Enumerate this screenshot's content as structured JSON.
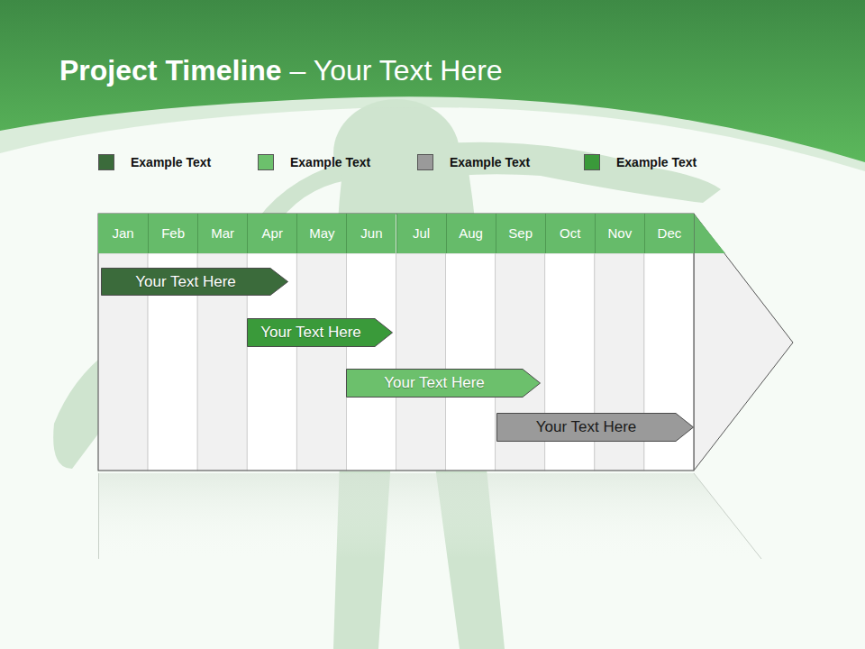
{
  "diagram": {
    "title": "Project Timeline",
    "nodes": [
      {
        "text": [
          "Jan"
        ]
      },
      {
        "text": [
          "Feb"
        ]
      },
      {
        "text": [
          "Mar"
        ]
      },
      {
        "text": [
          "Apr"
        ]
      },
      {
        "text": [
          "May"
        ]
      },
      {
        "text": [
          "Jun"
        ]
      },
      {
        "text": [
          "Jul"
        ]
      },
      {
        "text": [
          "Aug"
        ]
      },
      {
        "text": [
          "Sep"
        ]
      },
      {
        "text": [
          "Oct"
        ]
      },
      {
        "text": [
          "Nov"
        ]
      },
      {
        "text": [
          "Dec"
        ]
      },
      {
        "text": [
          "Your  Text Here"
        ]
      },
      {
        "text": [
          "Your  Text Here"
        ]
      },
      {
        "text": [
          "Your  Text Here"
        ]
      },
      {
        "text": [
          "Your  Text Here"
        ]
      }
    ],
    "labels": [
      "– Your Text Here"
    ],
    "legend": [
      {
        "text": "Example Text",
        "color": "#3b6b3b"
      },
      {
        "text": "Example Text",
        "color": "#6cc06c"
      },
      {
        "text": "Example Text",
        "color": "#9a9a9a"
      },
      {
        "text": "Example Text",
        "color": "#3a9a3a"
      }
    ]
  }
}
